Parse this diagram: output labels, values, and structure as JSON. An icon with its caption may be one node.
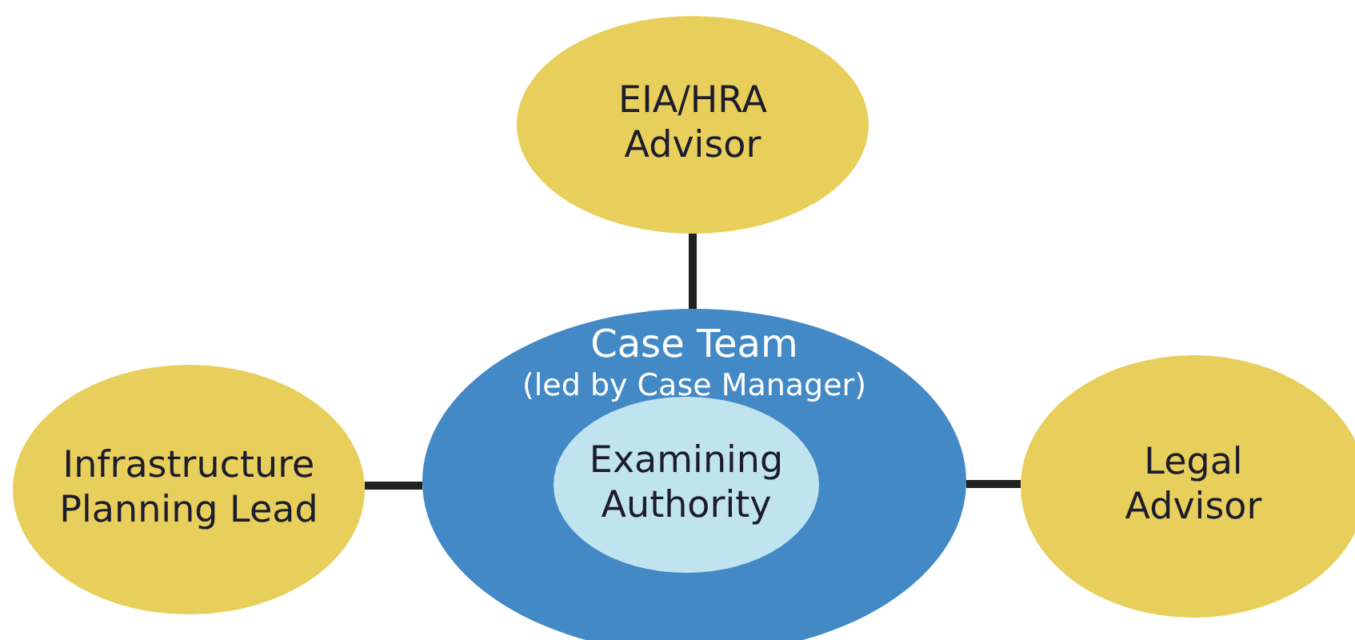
{
  "diagram": {
    "nodes": [
      {
        "text": [
          "EIA/HRA Advisor"
        ]
      },
      {
        "text": [
          "Case Team",
          "(led by Case Manager)"
        ]
      },
      {
        "text": [
          "Examining Authority"
        ],
        "in": 1
      },
      {
        "text": [
          "Infrastructure Planning Lead"
        ]
      },
      {
        "text": [
          "Legal Advisor"
        ]
      }
    ],
    "edges": [
      {
        "from": 0,
        "to": 1,
        "arrow": "none"
      },
      {
        "from": 3,
        "to": 1,
        "arrow": "none"
      },
      {
        "from": 1,
        "to": 4,
        "arrow": "none"
      }
    ]
  }
}
